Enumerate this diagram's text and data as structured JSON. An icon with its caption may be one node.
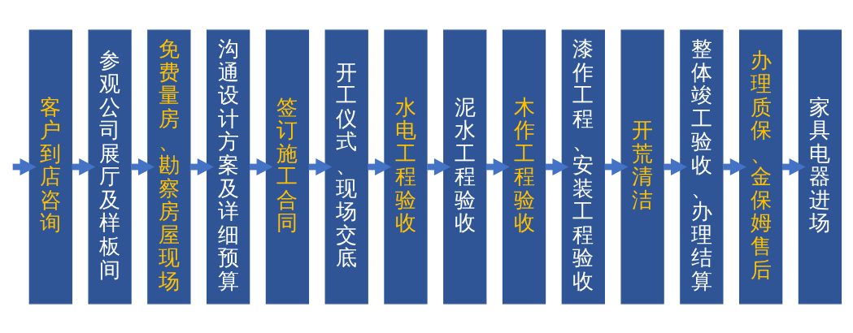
{
  "diagram": {
    "nodes": [
      {
        "text": [
          "客户到店咨询"
        ]
      },
      {
        "text": [
          "参观公司展厅及样板间"
        ]
      },
      {
        "text": [
          "免费量房、勘察房屋现场"
        ]
      },
      {
        "text": [
          "沟通设计方案及详细预算"
        ]
      },
      {
        "text": [
          "签订施工合同"
        ]
      },
      {
        "text": [
          "开工仪式、现场交底"
        ]
      },
      {
        "text": [
          "水电工程验收"
        ]
      },
      {
        "text": [
          "泥水工程验收"
        ]
      },
      {
        "text": [
          "木作工程验收"
        ]
      },
      {
        "text": [
          "漆作工程、安装工程验收"
        ]
      },
      {
        "text": [
          "开荒清洁"
        ]
      },
      {
        "text": [
          "整体竣工验收、办理结算"
        ]
      },
      {
        "text": [
          "办理质保、金保姆售后"
        ]
      },
      {
        "text": [
          "家具电器进场"
        ]
      }
    ],
    "edges": [
      {
        "from": null,
        "to": 0,
        "arrow": "to"
      },
      {
        "from": 0,
        "to": 1,
        "arrow": "to"
      },
      {
        "from": 1,
        "to": 2,
        "arrow": "to"
      },
      {
        "from": 2,
        "to": 3,
        "arrow": "to"
      },
      {
        "from": 3,
        "to": 4,
        "arrow": "to"
      },
      {
        "from": 4,
        "to": 5,
        "arrow": "to"
      },
      {
        "from": 5,
        "to": 6,
        "arrow": "to"
      },
      {
        "from": 6,
        "to": 7,
        "arrow": "to"
      },
      {
        "from": 7,
        "to": 8,
        "arrow": "to"
      },
      {
        "from": 8,
        "to": 9,
        "arrow": "to"
      },
      {
        "from": 9,
        "to": 10,
        "arrow": "to"
      },
      {
        "from": 10,
        "to": 11,
        "arrow": "to"
      },
      {
        "from": 11,
        "to": 12,
        "arrow": "to"
      },
      {
        "from": 12,
        "to": 13,
        "arrow": "to"
      }
    ]
  }
}
